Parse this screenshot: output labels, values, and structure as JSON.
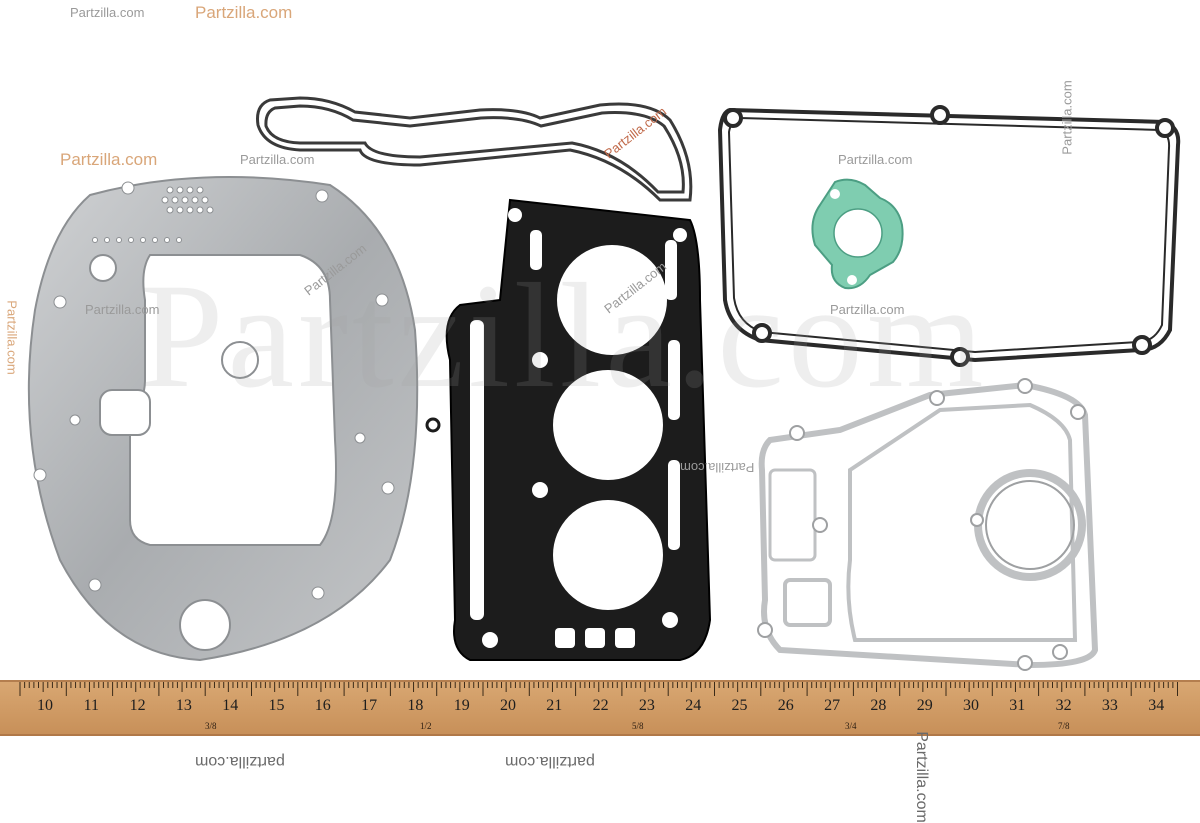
{
  "watermarks": {
    "brand_orange": "Partzilla.com",
    "brand_small": "Partzilla.com",
    "brand_lower": "partzilla.com",
    "big_overlay": "Partzilla.com"
  },
  "ruler": {
    "numbers": [
      "10",
      "11",
      "12",
      "13",
      "14",
      "15",
      "16",
      "17",
      "18",
      "19",
      "20",
      "21",
      "22",
      "23",
      "24",
      "25",
      "26",
      "27",
      "28",
      "29",
      "30",
      "31",
      "32",
      "33",
      "34"
    ],
    "fractions": [
      "3/8",
      "1/2",
      "5/8",
      "3/4",
      "7/8"
    ]
  },
  "parts": [
    {
      "name": "lower-casing-gasket",
      "color": "#b7b9bb"
    },
    {
      "name": "exhaust-cover-gasket",
      "color": "#3a3a3a"
    },
    {
      "name": "cylinder-head-gasket",
      "color": "#1c1c1c"
    },
    {
      "name": "head-cover-gasket",
      "color": "#2a2a2a"
    },
    {
      "name": "thermostat-gasket",
      "color": "#6fc3a8"
    },
    {
      "name": "mount-plate-gasket",
      "color": "#c9cbcd"
    }
  ]
}
